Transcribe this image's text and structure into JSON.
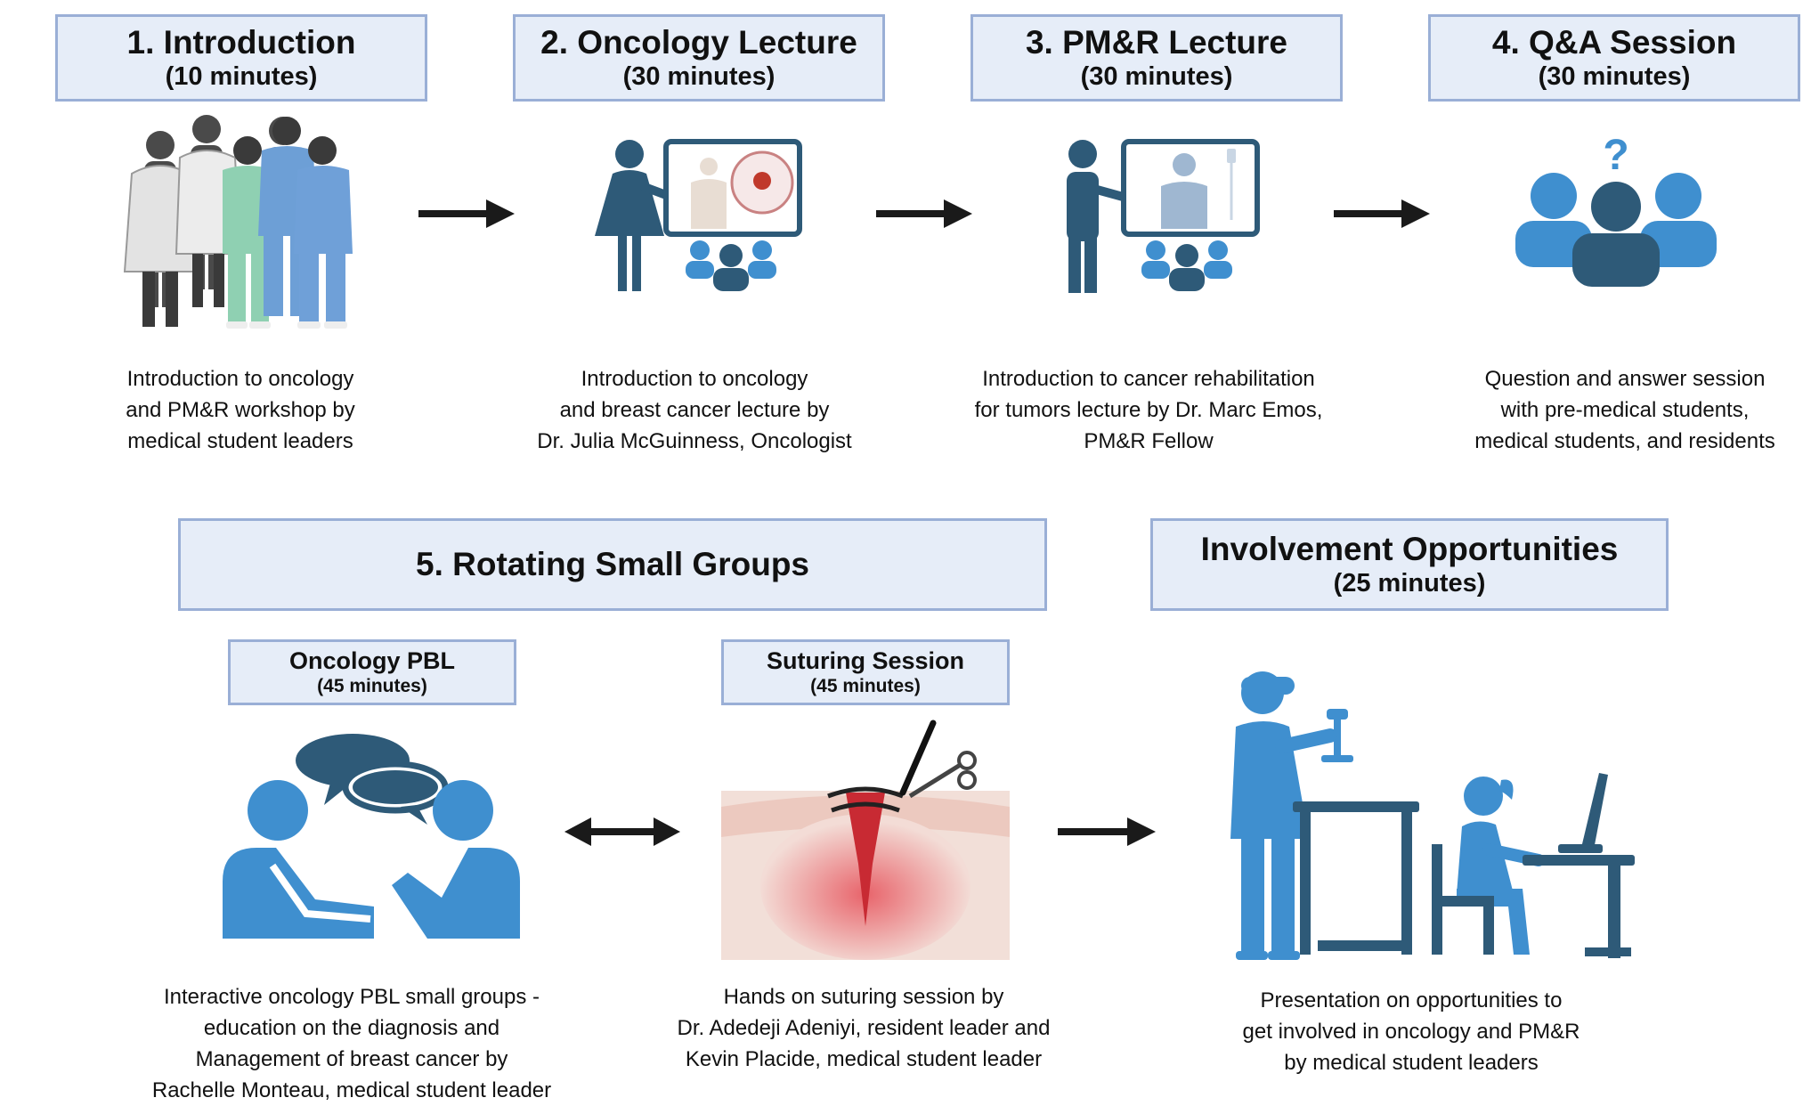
{
  "steps": [
    {
      "title": "1.  Introduction",
      "duration": "(10 minutes)",
      "desc": [
        "Introduction to oncology",
        "and PM&R workshop by",
        "medical student leaders"
      ]
    },
    {
      "title": "2. Oncology Lecture",
      "duration": "(30 minutes)",
      "desc": [
        "Introduction to oncology",
        "and breast cancer lecture by",
        "Dr. Julia McGuinness, Oncologist"
      ]
    },
    {
      "title": "3. PM&R Lecture",
      "duration": "(30 minutes)",
      "desc": [
        "Introduction to cancer rehabilitation",
        "for tumors lecture by Dr. Marc Emos,",
        "PM&R Fellow"
      ]
    },
    {
      "title": "4. Q&A Session",
      "duration": "(30 minutes)",
      "desc": [
        "Question and answer session",
        "with pre-medical students,",
        "medical students, and residents"
      ]
    }
  ],
  "groups": {
    "title": "5. Rotating Small Groups"
  },
  "pbl": {
    "title": "Oncology PBL",
    "duration": "(45 minutes)",
    "desc": [
      "Interactive oncology PBL small groups -",
      "education on the diagnosis and",
      "Management of breast cancer by",
      "Rachelle Monteau, medical student leader"
    ]
  },
  "suture": {
    "title": "Suturing Session",
    "duration": "(45 minutes)",
    "desc": [
      "Hands on suturing session by",
      "Dr. Adedeji Adeniyi, resident leader and",
      "Kevin Placide, medical student leader"
    ]
  },
  "involve": {
    "title": "Involvement Opportunities",
    "duration": "(25 minutes)",
    "desc": [
      "Presentation on opportunities to",
      "get involved in oncology and PM&R",
      "by medical student leaders"
    ]
  },
  "icons": [
    "doctors-group-icon",
    "oncology-lecture-icon",
    "pmr-lecture-icon",
    "question-group-icon",
    "discussion-icon",
    "suturing-wound-icon",
    "lab-researcher-icon",
    "computer-worker-icon",
    "arrow-right-icon",
    "arrow-both-icon"
  ],
  "colors": {
    "box_fill": "#e6edf8",
    "box_border": "#9aafd6",
    "icon_dark": "#2e5a78",
    "icon_light": "#3f8fcf",
    "arrow": "#1a1a1a"
  }
}
